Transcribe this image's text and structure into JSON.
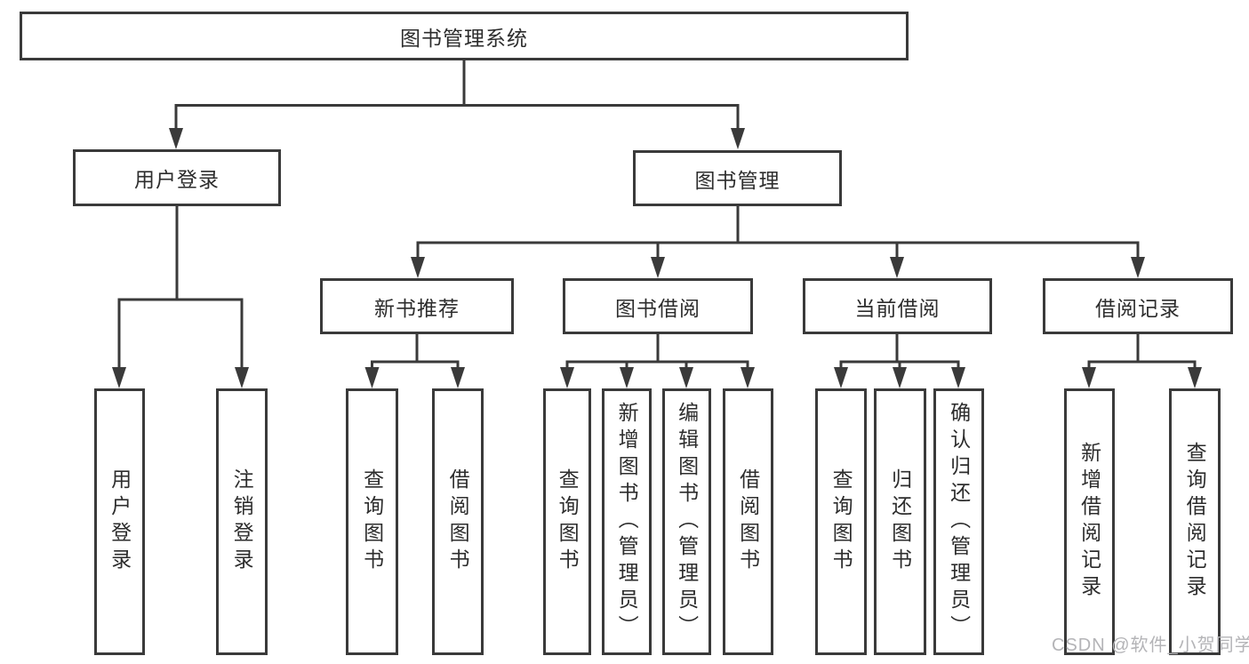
{
  "diagram_type": "hierarchy-tree",
  "colors": {
    "line": "#3a3a3a",
    "box_border": "#3a3a3a",
    "box_fill": "#ffffff",
    "text": "#2d2d2d",
    "watermark": "#b4b4b7",
    "background": "#ffffff"
  },
  "tree": {
    "root": "图书管理系统",
    "children": [
      {
        "label": "用户登录",
        "children": [
          "用户登录",
          "注销登录"
        ]
      },
      {
        "label": "图书管理",
        "children": [
          {
            "label": "新书推荐",
            "children": [
              "查询图书",
              "借阅图书"
            ]
          },
          {
            "label": "图书借阅",
            "children": [
              "查询图书",
              "新增图书（管理员）",
              "编辑图书（管理员）",
              "借阅图书"
            ]
          },
          {
            "label": "当前借阅",
            "children": [
              "查询图书",
              "归还图书",
              "确认归还（管理员）"
            ]
          },
          {
            "label": "借阅记录",
            "children": [
              "新增借阅记录",
              "查询借阅记录"
            ]
          }
        ]
      }
    ]
  },
  "watermark": "CSDN @软件_小贺同学"
}
